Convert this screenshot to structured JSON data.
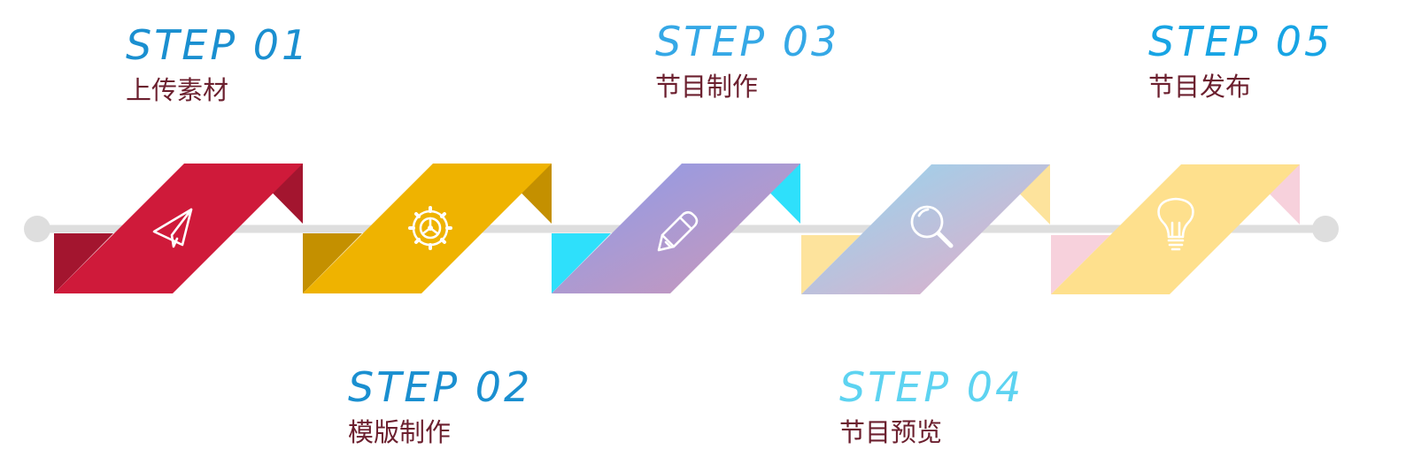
{
  "steps": [
    {
      "title": "STEP 01",
      "subtitle": "上传素材",
      "icon": "paper-plane-icon",
      "title_color": "#1a8fd0",
      "colors": {
        "main": "#cf1a3a",
        "dark": "#a3152f"
      }
    },
    {
      "title": "STEP 02",
      "subtitle": "模版制作",
      "icon": "gear-icon",
      "title_color": "#1a8fd0",
      "colors": {
        "main": "#efb300",
        "dark": "#c49000"
      }
    },
    {
      "title": "STEP 03",
      "subtitle": "节目制作",
      "icon": "pencil-icon",
      "title_color": "#35a8e6",
      "colors": {
        "grad_start": "#8a9cec",
        "grad_end": "#cf97b6",
        "accent": "#2ee0fb"
      }
    },
    {
      "title": "STEP 04",
      "subtitle": "节目预览",
      "icon": "magnifier-icon",
      "title_color": "#5dd3f1",
      "colors": {
        "grad_start": "#90d9f2",
        "grad_end": "#e7a9c6",
        "accent": "#fde39c"
      }
    },
    {
      "title": "STEP 05",
      "subtitle": "节目发布",
      "icon": "lightbulb-icon",
      "title_color": "#17a4e4",
      "colors": {
        "main": "#fee08d",
        "accent": "#f7d1dc"
      }
    }
  ],
  "timeline_color": "#dedede"
}
